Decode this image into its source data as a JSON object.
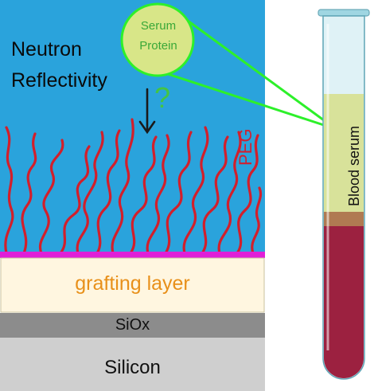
{
  "labels": {
    "technique_line1": "Neutron",
    "technique_line2": "Reflectivity",
    "protein_line1": "Serum",
    "protein_line2": "Protein",
    "question_mark": "?",
    "polymer": "PEG",
    "grafting_layer": "grafting layer",
    "oxide_layer": "SiOx",
    "substrate": "Silicon",
    "tube_content": "Blood serum"
  },
  "colors": {
    "solution": "#2aa3dc",
    "polymer_chains": "#d21f2b",
    "grafting_interface": "#e01fd8",
    "grafting_layer": "#fff6e0",
    "oxide": "#8c8c8c",
    "silicon": "#cfcfcf",
    "protein": "#d8e688",
    "highlight_lines": "#2df02a",
    "serum": "#d8e29a",
    "blood": "#9c2140",
    "tube_glass": "#dff2f6"
  },
  "icons": {
    "arrow": "down-arrow-icon"
  }
}
